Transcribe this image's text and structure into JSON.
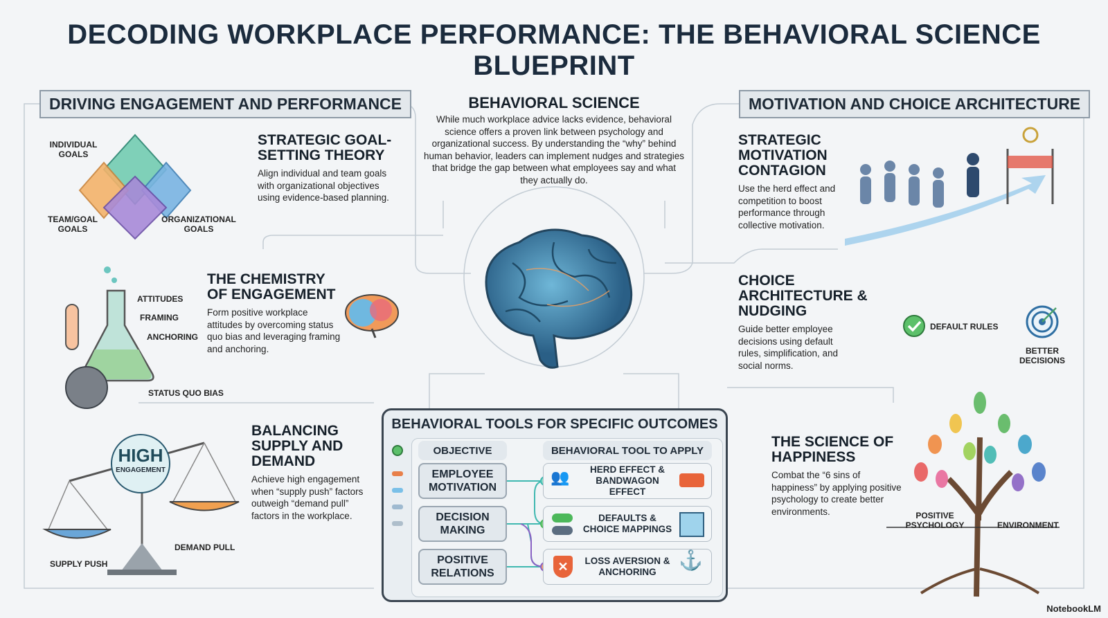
{
  "title": "DECODING WORKPLACE PERFORMANCE: THE BEHAVIORAL SCIENCE BLUEPRINT",
  "left_header": "DRIVING ENGAGEMENT AND PERFORMANCE",
  "right_header": "MOTIVATION AND CHOICE ARCHITECTURE",
  "center": {
    "heading": "BEHAVIORAL SCIENCE",
    "body": "While much workplace advice lacks evidence, behavioral science offers a proven link between psychology and organizational success. By understanding the “why” behind human behavior, leaders can implement nudges and strategies that bridge the gap between what employees say and what they actually do."
  },
  "goal_setting": {
    "heading": "STRATEGIC GOAL-SETTING THEORY",
    "body": "Align individual and team goals with organizational objectives using evidence-based planning.",
    "labels": [
      "INDIVIDUAL GOALS",
      "TEAM/GOAL GOALS",
      "ORGANIZATIONAL GOALS"
    ]
  },
  "chemistry": {
    "heading": "THE CHEMISTRY OF ENGAGEMENT",
    "body": "Form positive workplace attitudes by overcoming status quo bias and leveraging framing and anchoring.",
    "labels": [
      "ATTITUDES",
      "FRAMING",
      "ANCHORING",
      "STATUS QUO BIAS"
    ]
  },
  "supply_demand": {
    "heading": "BALANCING SUPPLY AND DEMAND",
    "body": "Achieve high engagement when “supply push” factors outweigh “demand pull” factors in the workplace.",
    "badge_big": "HIGH",
    "badge_small": "ENGAGEMENT",
    "labels": [
      "SUPPLY PUSH",
      "DEMAND PULL"
    ]
  },
  "motivation": {
    "heading": "STRATEGIC MOTIVATION CONTAGION",
    "body": "Use the herd effect and competition to boost performance through collective motivation."
  },
  "choice": {
    "heading": "CHOICE ARCHITECTURE & NUDGING",
    "body": "Guide better employee decisions using default rules, simplification, and social norms.",
    "labels": [
      "DEFAULT RULES",
      "BETTER DECISIONS"
    ]
  },
  "happiness": {
    "heading": "THE SCIENCE OF HAPPINESS",
    "body": "Combat the “6 sins of happiness” by applying positive psychology to create better environments.",
    "labels": [
      "POSITIVE PSYCHOLOGY",
      "ENVIRONMENT"
    ]
  },
  "table": {
    "title": "BEHAVIORAL TOOLS FOR SPECIFIC OUTCOMES",
    "col_objective": "OBJECTIVE",
    "col_tool": "BEHAVIORAL TOOL TO APPLY",
    "objectives": [
      "EMPLOYEE MOTIVATION",
      "DECISION MAKING",
      "POSITIVE RELATIONS"
    ],
    "tools": [
      "HERD EFFECT & BANDWAGON EFFECT",
      "DEFAULTS & CHOICE MAPPINGS",
      "LOSS AVERSION & ANCHORING"
    ]
  },
  "watermark": "NotebookLM",
  "colors": {
    "teal": "#3fb8b0",
    "purple": "#8a63c4",
    "orange": "#e8804a",
    "green": "#4cb85a",
    "blue": "#4a8fc7"
  }
}
